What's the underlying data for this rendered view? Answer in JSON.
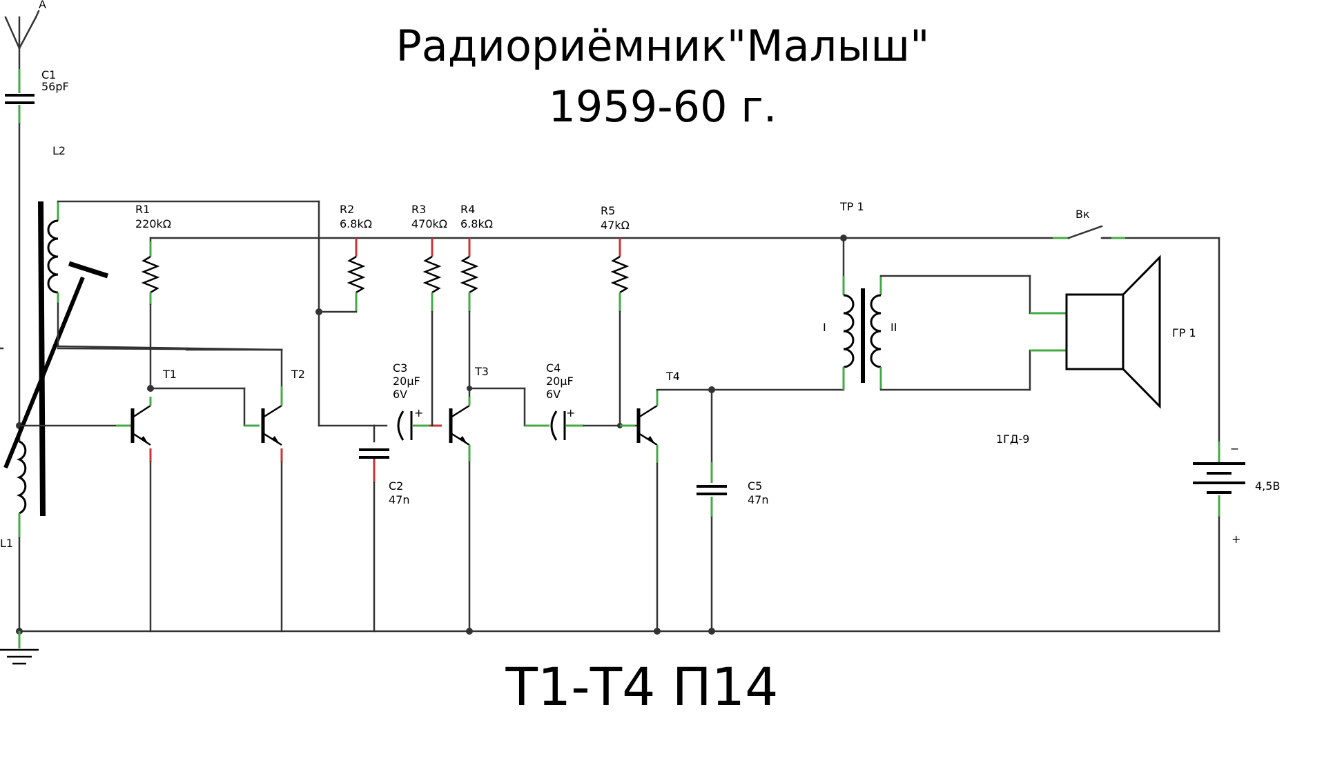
{
  "title": {
    "line1": "Радиориёмник\"Малыш\"",
    "line2": "1959-60 г."
  },
  "footer": "Т1-Т4 П14",
  "antenna_label": "A",
  "components": {
    "c1": {
      "ref": "C1",
      "value": "56pF"
    },
    "l1": {
      "ref": "L1"
    },
    "l2": {
      "ref": "L2"
    },
    "r1": {
      "ref": "R1",
      "value": "220kΩ"
    },
    "r2": {
      "ref": "R2",
      "value": "6.8kΩ"
    },
    "r3": {
      "ref": "R3",
      "value": "470kΩ"
    },
    "r4": {
      "ref": "R4",
      "value": "6.8kΩ"
    },
    "r5": {
      "ref": "R5",
      "value": "47kΩ"
    },
    "t1": {
      "ref": "T1"
    },
    "t2": {
      "ref": "T2"
    },
    "t3": {
      "ref": "T3"
    },
    "t4": {
      "ref": "T4"
    },
    "c2": {
      "ref": "C2",
      "value": "47n"
    },
    "c3": {
      "ref": "C3",
      "value": "20µF",
      "voltage": "6V",
      "polarity": "+"
    },
    "c4": {
      "ref": "C4",
      "value": "20µF",
      "voltage": "6V",
      "polarity": "+"
    },
    "c5": {
      "ref": "C5",
      "value": "47n"
    },
    "tr1": {
      "ref": "ТР 1",
      "primary": "I",
      "secondary": "II"
    },
    "switch": {
      "ref": "Вк"
    },
    "speaker": {
      "ref": "ГР 1",
      "model": "1ГД-9"
    },
    "battery": {
      "voltage": "4,5В",
      "minus": "−",
      "plus": "+"
    }
  },
  "colors": {
    "wire": "#333333",
    "pin_green": "#44aa44",
    "pin_red": "#cc3333",
    "ink": "#000000"
  }
}
